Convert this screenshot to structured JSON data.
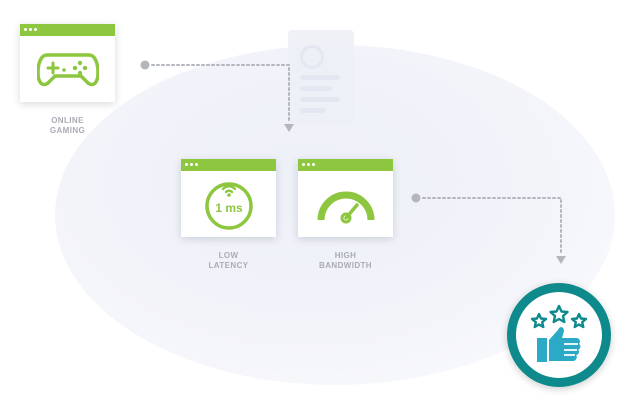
{
  "nodes": {
    "gaming": {
      "label_line1": "ONLINE",
      "label_line2": "GAMING",
      "icon": "gamepad-icon"
    },
    "latency": {
      "label_line1": "LOW",
      "label_line2": "LATENCY",
      "icon": "latency-icon",
      "icon_text": "1 ms"
    },
    "bandwidth": {
      "label_line1": "HIGH",
      "label_line2": "BANDWIDTH",
      "icon": "speedometer-icon"
    },
    "result": {
      "icon": "thumbs-up-stars-icon"
    }
  },
  "colors": {
    "accent": "#8dc63f",
    "teal": "#0e8a8c",
    "label": "#a9acb4",
    "arrow": "#b3b6bd"
  }
}
